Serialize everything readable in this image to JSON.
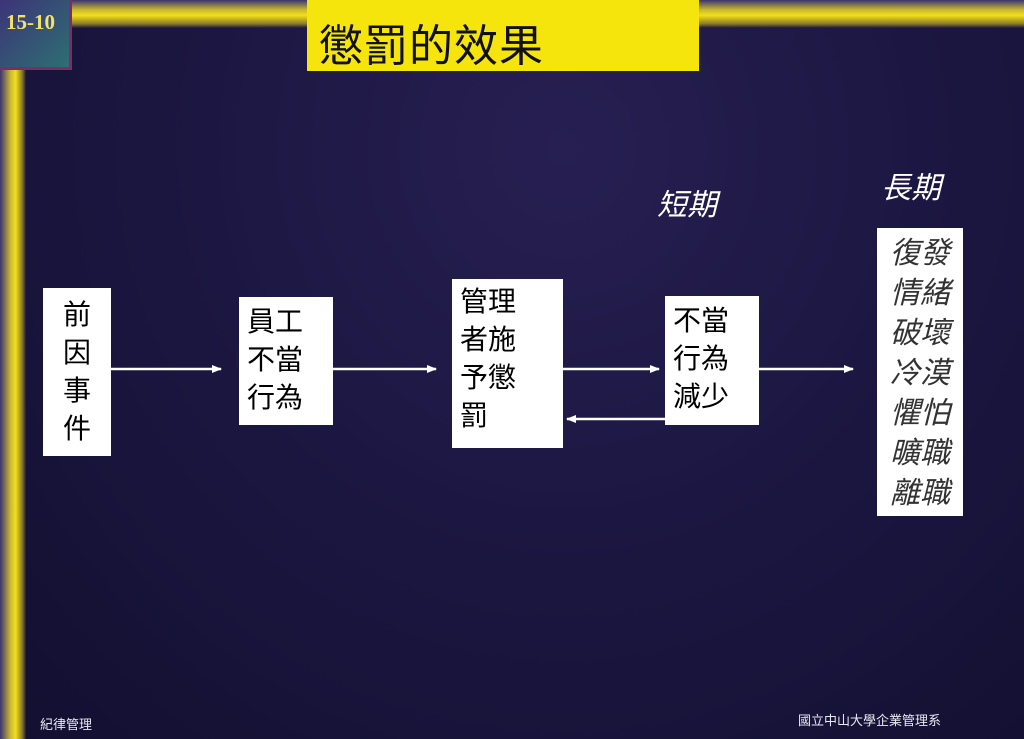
{
  "slide_number": "15-10",
  "title": "懲罰的效果",
  "nodes": {
    "antecedent": [
      "前",
      "因",
      "事",
      "件"
    ],
    "behavior": [
      "員工",
      "不當",
      "行為"
    ],
    "punish": [
      "管理",
      "者施",
      "予懲",
      "罰"
    ],
    "reduce": [
      "不當",
      "行為",
      "減少"
    ]
  },
  "short_term_label": "短期",
  "long_term_label": "長期",
  "long_term_effects": [
    "復發",
    "情緒",
    "破壞",
    "冷漠",
    "懼怕",
    "曠職",
    "離職"
  ],
  "footer": {
    "left": "紀律管理",
    "right": "國立中山大學企業管理系"
  },
  "colors": {
    "title_bg": "#f6e50c",
    "accent": "#f2df1a",
    "background": "#1c1742"
  }
}
